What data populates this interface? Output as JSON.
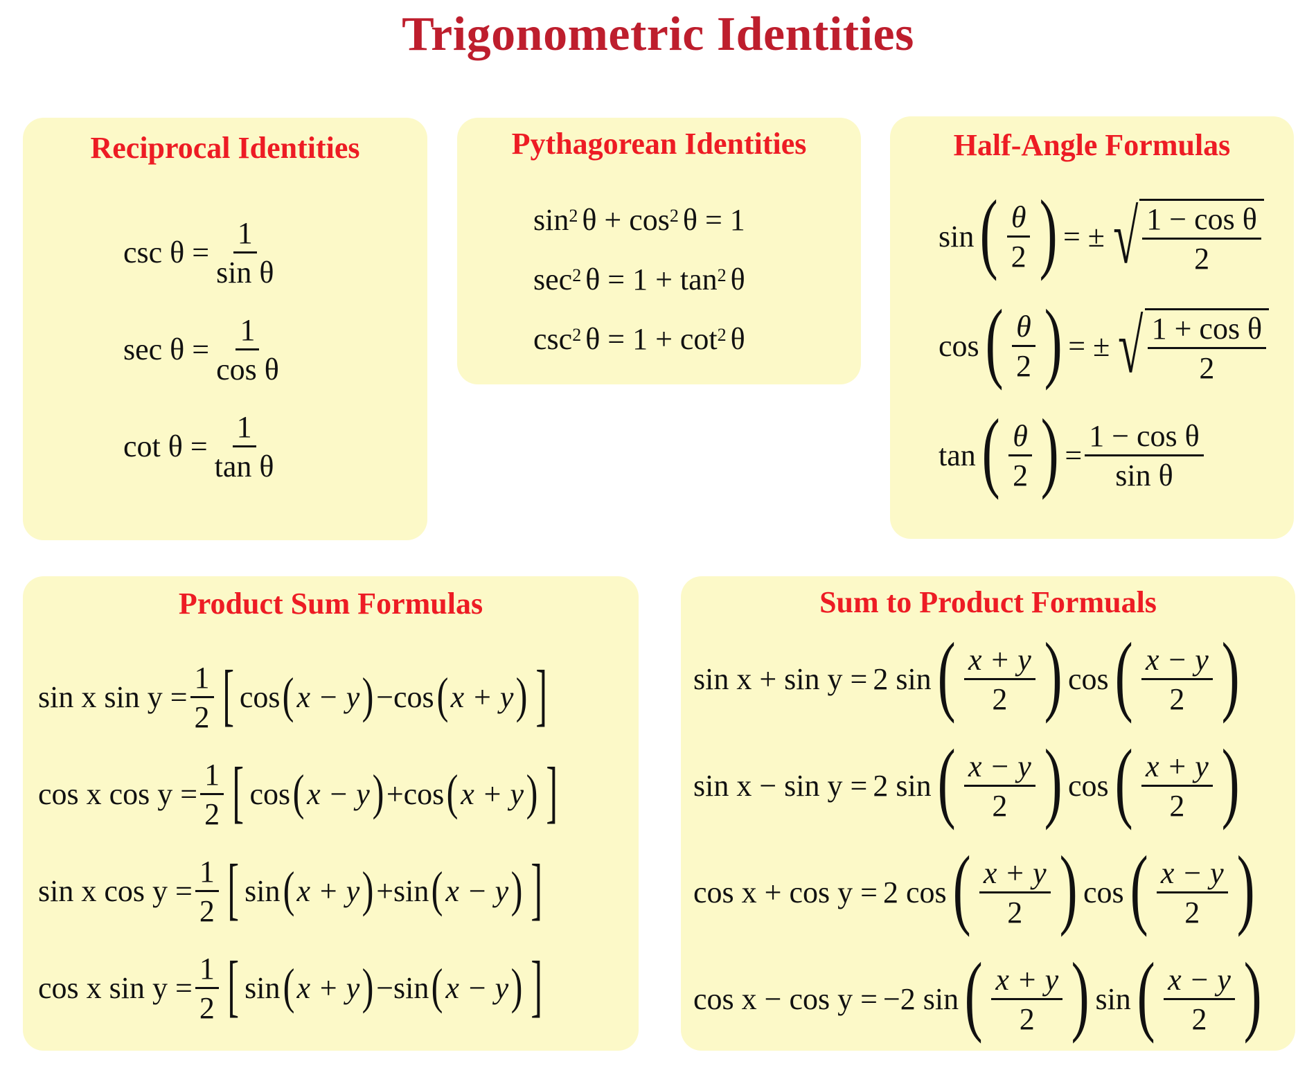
{
  "title": "Trigonometric Identities",
  "colors": {
    "title": "#BE1E2D",
    "heading": "#ED1C24",
    "box_bg": "#FCF9C8",
    "text": "#111111"
  },
  "reciprocal": {
    "heading": "Reciprocal Identities",
    "equations": [
      {
        "lhs": "csc θ =",
        "num": "1",
        "den": "sin θ"
      },
      {
        "lhs": "sec θ =",
        "num": "1",
        "den": "cos θ"
      },
      {
        "lhs": "cot θ =",
        "num": "1",
        "den": "tan θ"
      }
    ]
  },
  "pythagorean": {
    "heading": "Pythagorean Identities",
    "equations": [
      {
        "a": "sin",
        "b": " θ + cos",
        "c": " θ = 1",
        "exp": "2"
      },
      {
        "a": "sec",
        "b": " θ = 1 + tan",
        "c": " θ",
        "exp": "2"
      },
      {
        "a": "csc",
        "b": " θ = 1 + cot",
        "c": " θ",
        "exp": "2"
      }
    ]
  },
  "half_angle": {
    "heading": "Half-Angle Formulas",
    "equations": [
      {
        "fn": "sin",
        "inner_num": "θ",
        "inner_den": "2",
        "eq": "= ±",
        "num": "1 − cos θ",
        "den": "2",
        "sqrt": true
      },
      {
        "fn": "cos",
        "inner_num": "θ",
        "inner_den": "2",
        "eq": "= ±",
        "num": "1 + cos θ",
        "den": "2",
        "sqrt": true
      },
      {
        "fn": "tan",
        "inner_num": "θ",
        "inner_den": "2",
        "eq": "=",
        "num": "1 − cos θ",
        "den": "sin θ",
        "sqrt": false
      }
    ]
  },
  "product_sum": {
    "heading": "Product Sum Formulas",
    "equations": [
      {
        "lhs": "sin x sin y =",
        "half_num": "1",
        "half_den": "2",
        "f1": "cos",
        "a1": "x − y",
        "op": "−",
        "f2": "cos",
        "a2": "x + y"
      },
      {
        "lhs": "cos x cos y =",
        "half_num": "1",
        "half_den": "2",
        "f1": "cos",
        "a1": "x − y",
        "op": "+",
        "f2": "cos",
        "a2": "x + y"
      },
      {
        "lhs": "sin x cos y =",
        "half_num": "1",
        "half_den": "2",
        "f1": "sin",
        "a1": "x + y",
        "op": "+",
        "f2": "sin",
        "a2": "x − y"
      },
      {
        "lhs": "cos x sin y =",
        "half_num": "1",
        "half_den": "2",
        "f1": "sin",
        "a1": "x + y",
        "op": "−",
        "f2": "sin",
        "a2": "x − y"
      }
    ]
  },
  "sum_product": {
    "heading": "Sum to Product Formuals",
    "equations": [
      {
        "lhs": "sin x + sin y =",
        "coef": "2 sin",
        "n1": "x + y",
        "d1": "2",
        "f2": "cos",
        "n2": "x − y",
        "d2": "2"
      },
      {
        "lhs": "sin x − sin y =",
        "coef": "2 sin",
        "n1": "x − y",
        "d1": "2",
        "f2": "cos",
        "n2": "x + y",
        "d2": "2"
      },
      {
        "lhs": "cos x + cos y =",
        "coef": "2 cos",
        "n1": "x + y",
        "d1": "2",
        "f2": "cos",
        "n2": "x − y",
        "d2": "2"
      },
      {
        "lhs": "cos x − cos y =",
        "coef": "−2 sin",
        "n1": "x + y",
        "d1": "2",
        "f2": "sin",
        "n2": "x − y",
        "d2": "2"
      }
    ]
  }
}
